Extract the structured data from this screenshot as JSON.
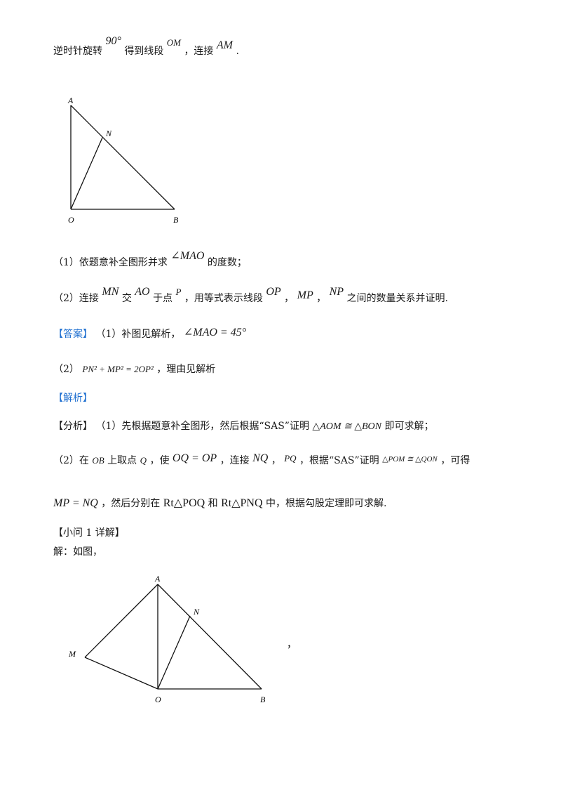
{
  "line1": {
    "text_a": "逆时针旋转",
    "deg": "90°",
    "text_b": "得到线段",
    "om": "OM",
    "text_c": "，连接",
    "am": "AM",
    "end": "."
  },
  "figure1": {
    "A": "A",
    "N": "N",
    "O": "O",
    "B": "B"
  },
  "q1": {
    "num": "（1）依题意补全图形并求",
    "angle": "∠MAO",
    "tail": "的度数；"
  },
  "q2": {
    "num": "（2）连接",
    "mn": "MN",
    "t1": "交",
    "ao": "AO",
    "t2": "于点",
    "p": "P",
    "t3": "，用等式表示线段",
    "op": "OP",
    "c1": "，",
    "mp": "MP",
    "c2": "，",
    "np": "NP",
    "t4": "之间的数量关系并证明."
  },
  "answer": {
    "tag": "【答案】",
    "a1_text": "（1）补图见解析，",
    "a1_math": "∠MAO = 45°",
    "a2_prefix": "（2）",
    "a2_math": "PN² + MP² = 2OP²",
    "a2_suffix": "，理由见解析"
  },
  "analysis_tag": "【解析】",
  "fenxi": {
    "tag": "【分析】",
    "p1": "（1）先根据题意补全图形，然后根据“SAS”证明",
    "m1": "△AOM ≅ △BON",
    "p2": "即可求解；"
  },
  "part2": {
    "a": "（2）在",
    "ob": "OB",
    "b": "上取点",
    "q": "Q",
    "c": "，使",
    "oqop": "OQ = OP",
    "d": "，连接",
    "nq": "NQ",
    "e": "，",
    "pq": "PQ",
    "f": "，根据“SAS”证明",
    "cong": "△POM ≅ △QON",
    "g": "，可得"
  },
  "part2b": {
    "m": "MP = NQ",
    "a": "，然后分别在",
    "rt1": "Rt△POQ",
    "b": "和",
    "rt2": "Rt△PNQ",
    "c": "中，根据勾股定理即可求解."
  },
  "detail_tag": "【小问 1 详解】",
  "solve": "解：如图，",
  "figure2": {
    "A": "A",
    "N": "N",
    "M": "M",
    "O": "O",
    "B": "B",
    "comma": "，"
  }
}
